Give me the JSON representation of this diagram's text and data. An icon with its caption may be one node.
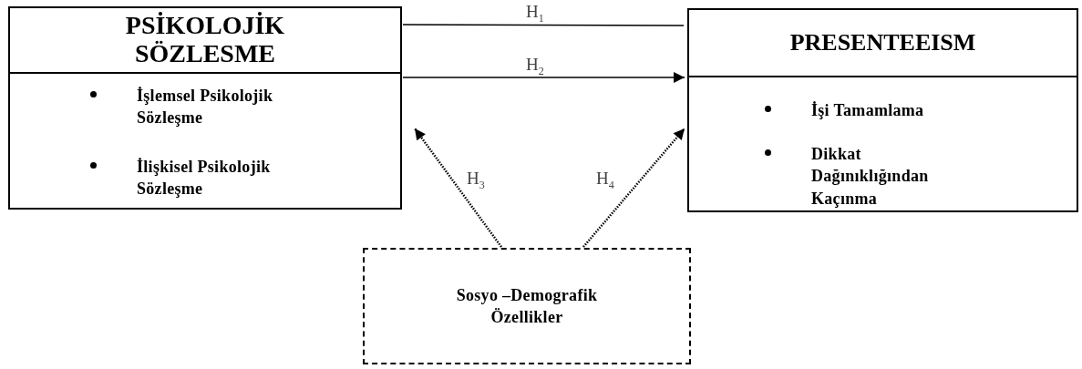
{
  "diagram": {
    "nodes": [
      {
        "text": [
          "PSİKOLOJİK SÖZLESME",
          "İşlemsel Psikolojik Sözleşme",
          "İlişkisel Psikolojik Sözleşme"
        ]
      },
      {
        "text": [
          "PRESENTEEISM",
          "İşi Tamamlama",
          "Dikkat Dağınıklığından Kaçınma"
        ]
      },
      {
        "text": [
          "Sosyo –Demografik Özellikler"
        ]
      }
    ],
    "edges": [
      {
        "from": 0,
        "to": 1,
        "arrow": "none",
        "label": "H$_{1}$"
      },
      {
        "from": 0,
        "to": 1,
        "arrow": "to",
        "label": "H$_{2}$"
      },
      {
        "from": 2,
        "to": 0,
        "arrow": "to",
        "label": "H$_{3}$",
        "style": "dashed"
      },
      {
        "from": 2,
        "to": 1,
        "arrow": "to",
        "label": "H$_{4}$",
        "style": "dashed"
      }
    ]
  }
}
